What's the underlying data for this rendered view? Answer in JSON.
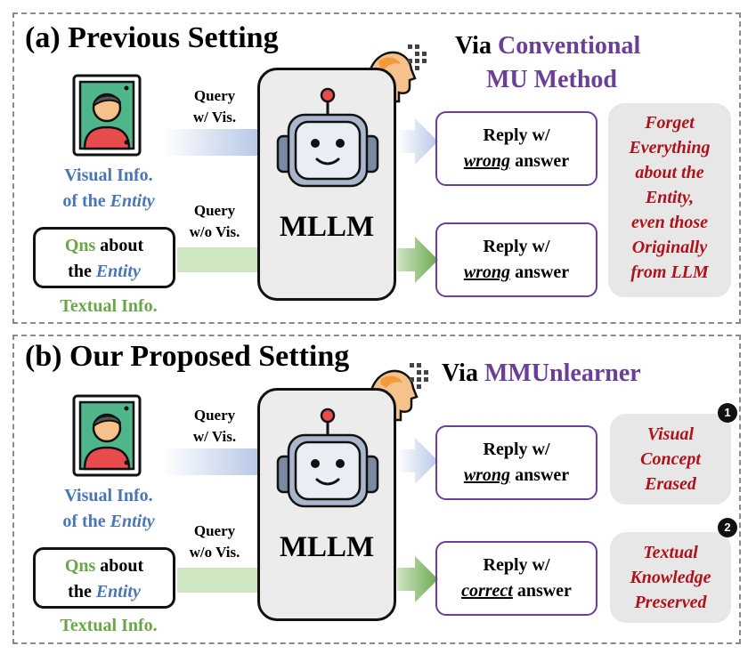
{
  "panel_a": {
    "title": "(a) Previous Setting",
    "via_prefix": "Via ",
    "via_highlight_1": "Conventional",
    "via_highlight_2": "MU Method",
    "model_label": "MLLM",
    "visual_info_1": "Visual Info.",
    "visual_info_2_prefix": "of the ",
    "visual_info_2_entity": "Entity",
    "qns_word": "Qns",
    "qns_about": " about",
    "qns_the": "the ",
    "qns_entity": "Entity",
    "textual_info": "Textual Info.",
    "query_vis_1": "Query",
    "query_vis_2": "w/ Vis.",
    "query_novis_1": "Query",
    "query_novis_2": "w/o Vis.",
    "reply_top_1": "Reply w/",
    "reply_top_word": "wrong",
    "reply_top_tail": " answer",
    "reply_bottom_1": "Reply w/",
    "reply_bottom_word": "wrong",
    "reply_bottom_tail": " answer",
    "note_lines": [
      "Forget",
      "Everything",
      "about the",
      "Entity,",
      "even those",
      "Originally",
      "from LLM"
    ]
  },
  "panel_b": {
    "title": "(b) Our Proposed Setting",
    "via_prefix": "Via ",
    "via_highlight": "MMUnlearner",
    "model_label": "MLLM",
    "visual_info_1": "Visual Info.",
    "visual_info_2_prefix": "of the ",
    "visual_info_2_entity": "Entity",
    "qns_word": "Qns",
    "qns_about": " about",
    "qns_the": "the ",
    "qns_entity": "Entity",
    "textual_info": "Textual Info.",
    "query_vis_1": "Query",
    "query_vis_2": "w/ Vis.",
    "query_novis_1": "Query",
    "query_novis_2": "w/o Vis.",
    "reply_top_1": "Reply w/",
    "reply_top_word": "wrong",
    "reply_top_tail": " answer",
    "reply_bottom_1": "Reply w/",
    "reply_bottom_word": "correct",
    "reply_bottom_tail": " answer",
    "note_top_lines": [
      "Visual",
      "Concept",
      "Erased"
    ],
    "note_bottom_lines": [
      "Textual",
      "Knowledge",
      "Preserved"
    ],
    "badge_1": "1",
    "badge_2": "2"
  },
  "colors": {
    "accent_purple": "#6a3f98",
    "visual_blue": "#4a76b5",
    "textual_green": "#6aa548",
    "note_red": "#b0121b",
    "vis_arrow": "#b9c9e6",
    "text_arrow": "#7fb366"
  },
  "icons": [
    "portrait-icon",
    "robot-icon",
    "ai-head-icon",
    "arrow-icon"
  ]
}
